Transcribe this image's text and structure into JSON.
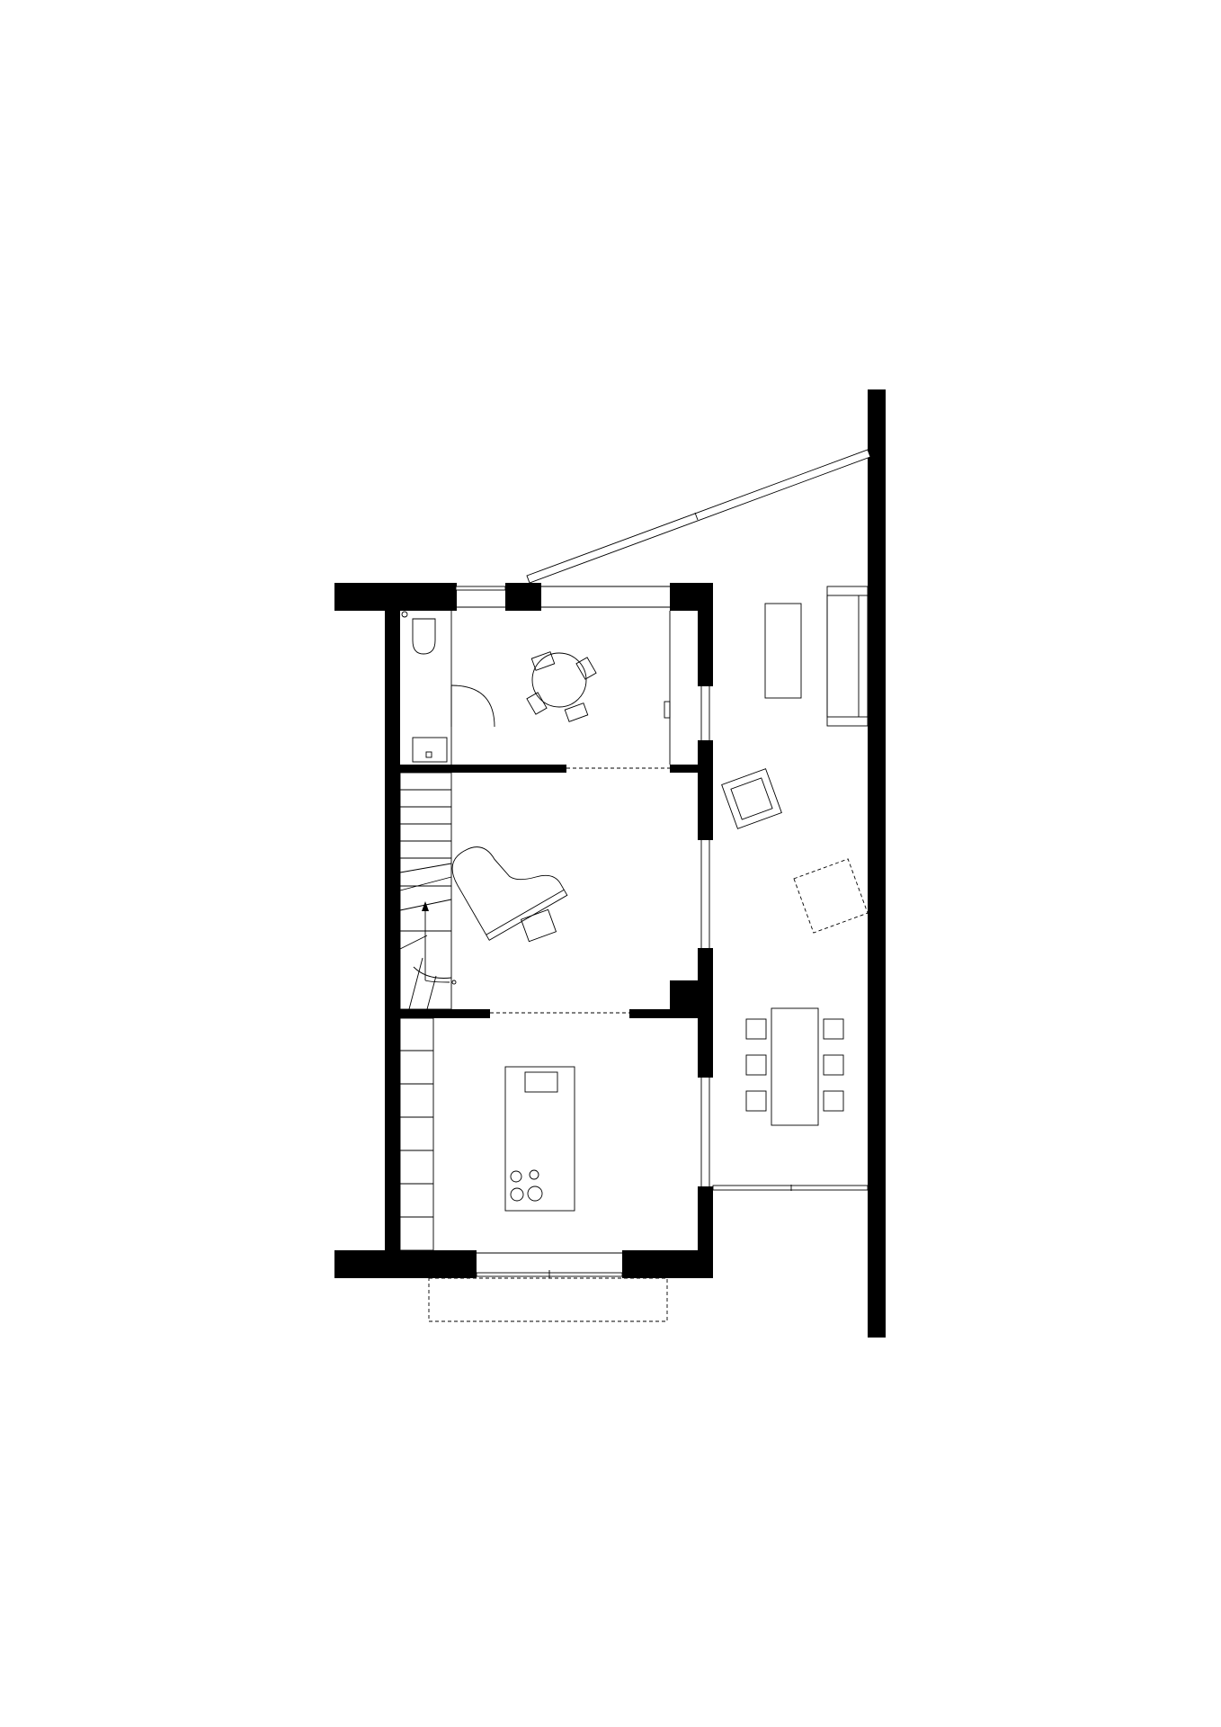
{
  "drawing": {
    "type": "floor-plan",
    "background_color": "#ffffff",
    "line_color": "#000000",
    "rooms": [
      "wc",
      "dining",
      "music-room",
      "kitchen",
      "extension-living"
    ],
    "furniture": [
      "toilet",
      "wash-basin",
      "round-table",
      "chairs",
      "grand-piano",
      "piano-bench",
      "staircase",
      "kitchen-island",
      "hob",
      "sink",
      "sofa",
      "coffee-table",
      "armchair",
      "rug",
      "dining-table"
    ]
  }
}
